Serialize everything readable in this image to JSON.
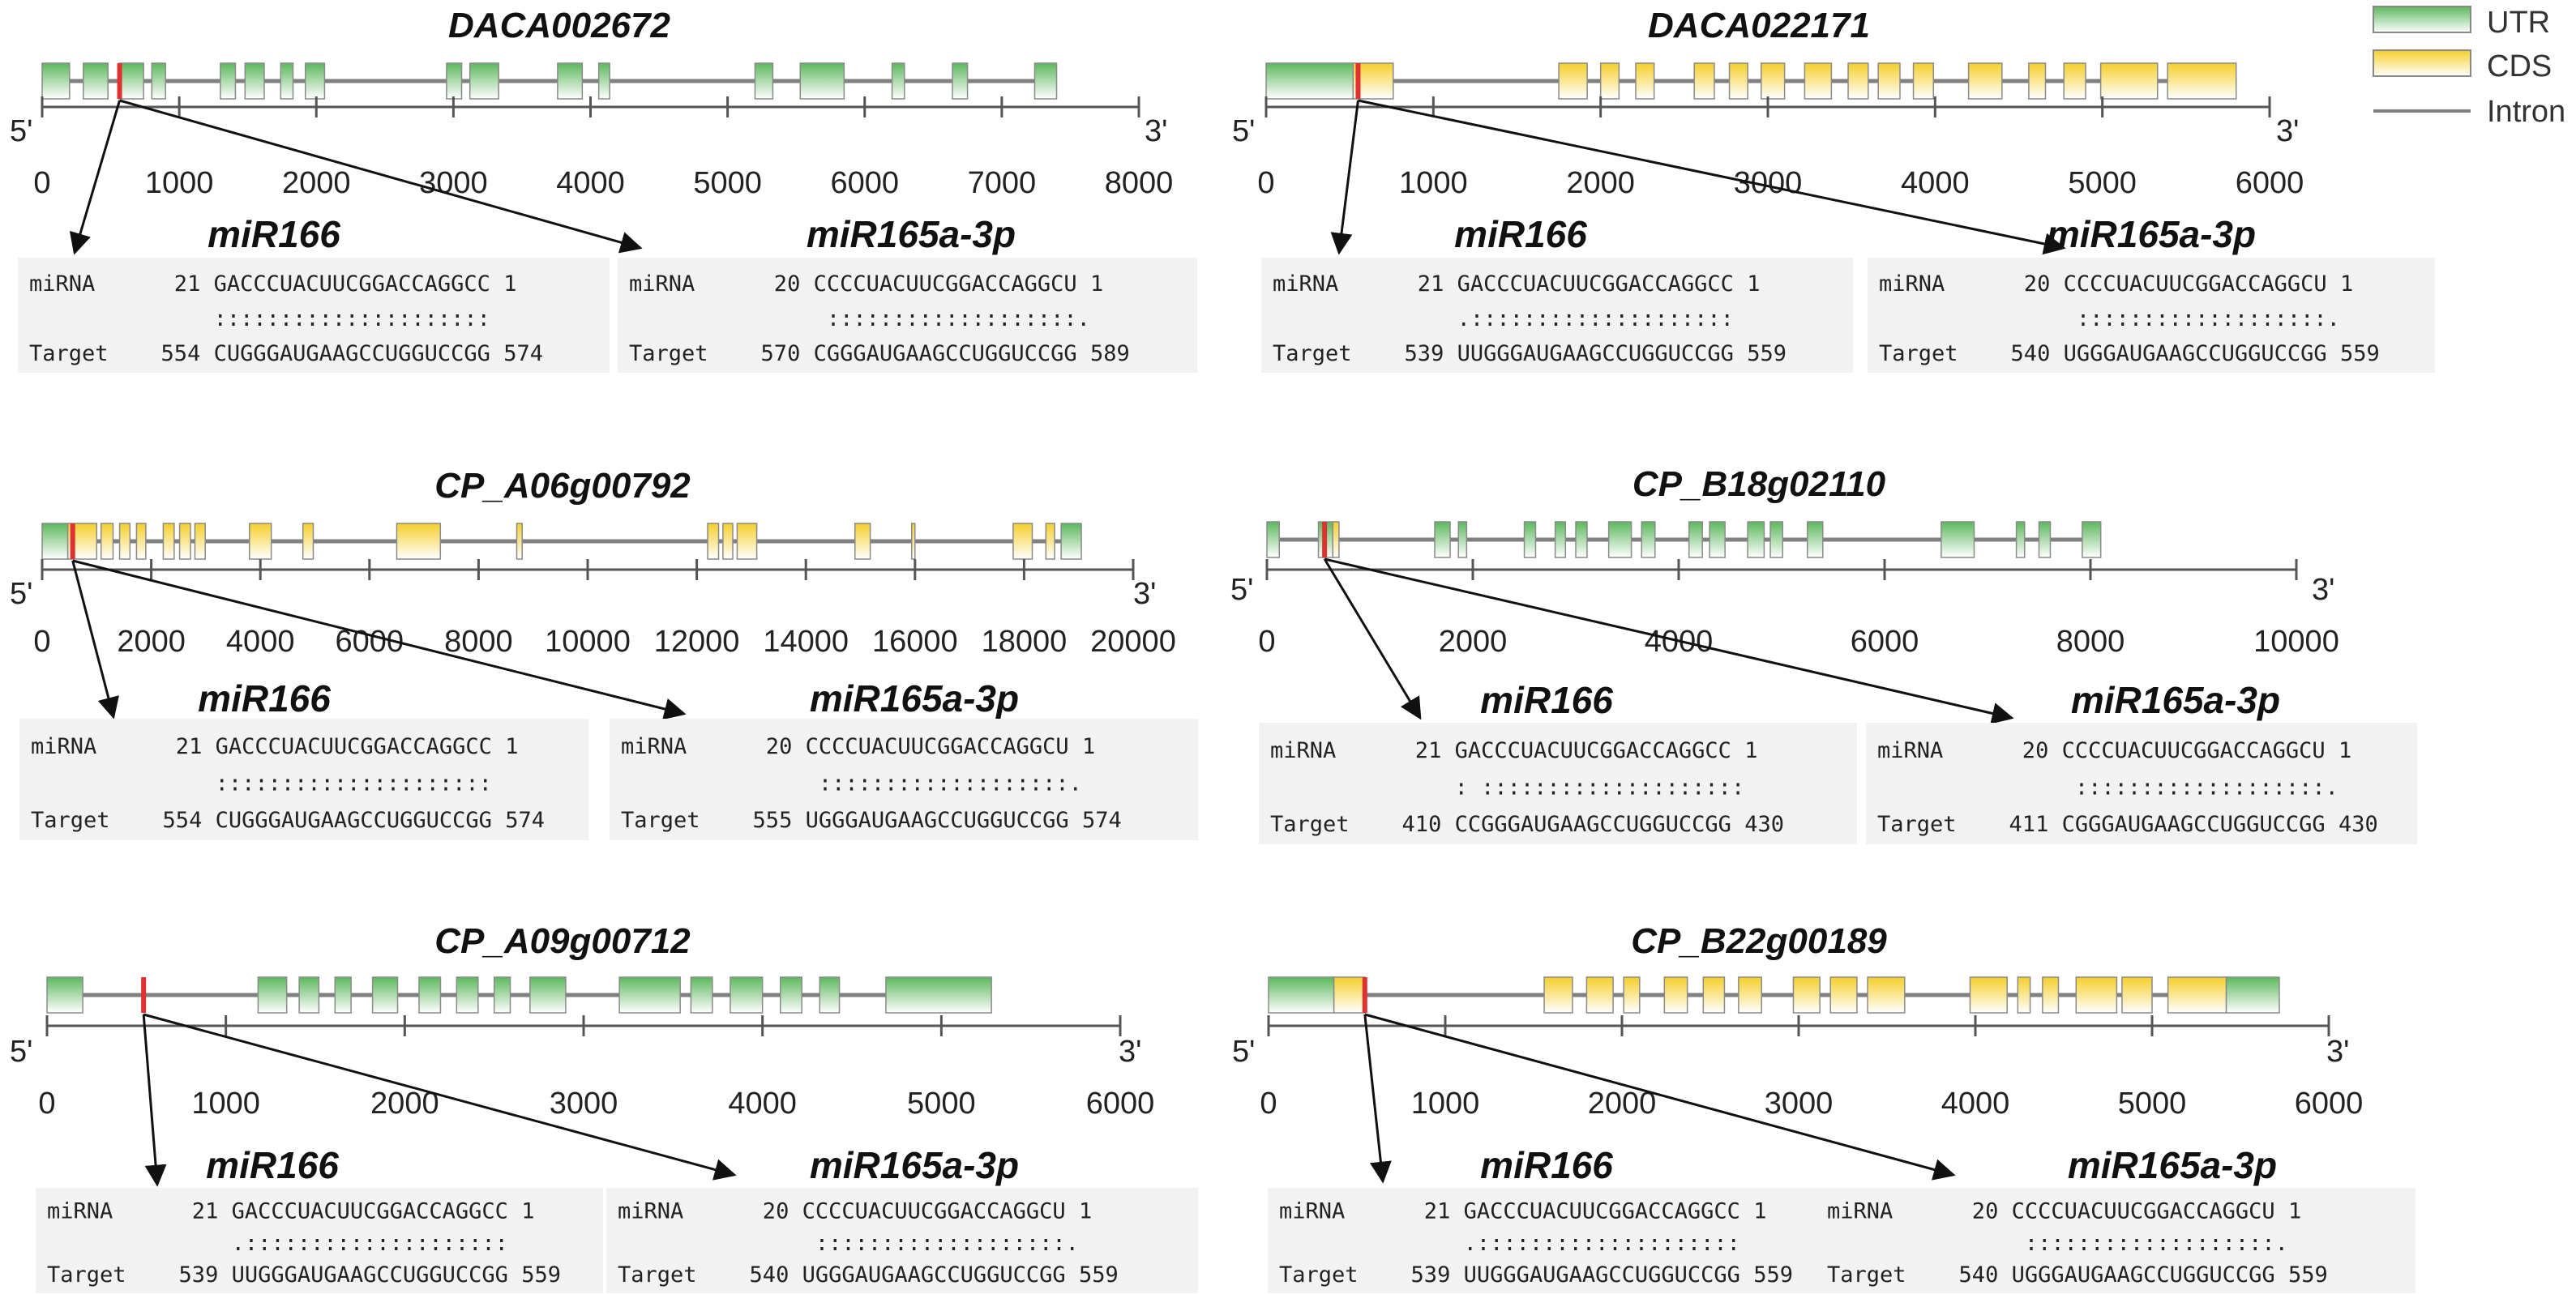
{
  "legend": {
    "items": [
      {
        "label": "UTR",
        "kind": "utr"
      },
      {
        "label": "CDS",
        "kind": "cds"
      },
      {
        "label": "Intron",
        "kind": "intron"
      }
    ]
  },
  "colors": {
    "utr_top": "#5cb85c",
    "utr_bottom": "#ffffff",
    "cds_top": "#f4cf2a",
    "cds_bottom": "#ffffff",
    "intron": "#808080",
    "site": "#e03030",
    "box_bg": "#f2f2f2"
  },
  "end_labels": {
    "five": "5'",
    "three": "3'"
  },
  "panels": [
    {
      "gene": "DACA002672",
      "axis": {
        "max": 8000,
        "ticks": [
          0,
          1000,
          2000,
          3000,
          4000,
          5000,
          6000,
          7000,
          8000
        ]
      },
      "gene_end": 7400,
      "site": 565,
      "exons": [
        [
          0,
          200,
          "utr"
        ],
        [
          300,
          480,
          "utr"
        ],
        [
          560,
          740,
          "utr"
        ],
        [
          800,
          900,
          "utr"
        ],
        [
          1300,
          1410,
          "utr"
        ],
        [
          1480,
          1620,
          "utr"
        ],
        [
          1740,
          1830,
          "utr"
        ],
        [
          1920,
          2060,
          "utr"
        ],
        [
          2950,
          3060,
          "utr"
        ],
        [
          3120,
          3330,
          "utr"
        ],
        [
          3760,
          3940,
          "utr"
        ],
        [
          4060,
          4140,
          "utr"
        ],
        [
          5200,
          5330,
          "utr"
        ],
        [
          5530,
          5850,
          "utr"
        ],
        [
          6200,
          6290,
          "utr"
        ],
        [
          6640,
          6750,
          "utr"
        ],
        [
          7240,
          7400,
          "utr"
        ]
      ],
      "alignments": [
        {
          "mirna": "miR166",
          "mirna_row": "miRNA      21 GACCCUACUUCGGACCAGGCC 1",
          "match_row": "              :::::::::::::::::::::",
          "target_row": "Target    554 CUGGGAUGAAGCCUGGUCCGG 574"
        },
        {
          "mirna": "miR165a-3p",
          "mirna_row": "miRNA      20 CCCCUACUUCGGACCAGGCU 1",
          "match_row": "               :::::::::::::::::::.",
          "target_row": "Target    570 CGGGAUGAAGCCUGGUCCGG 589"
        }
      ]
    },
    {
      "gene": "DACA022171",
      "axis": {
        "max": 6000,
        "ticks": [
          0,
          1000,
          2000,
          3000,
          4000,
          5000,
          6000
        ]
      },
      "gene_end": 5800,
      "site": 550,
      "exons": [
        [
          0,
          520,
          "utr"
        ],
        [
          520,
          760,
          "cds"
        ],
        [
          1750,
          1920,
          "cds"
        ],
        [
          2000,
          2110,
          "cds"
        ],
        [
          2210,
          2320,
          "cds"
        ],
        [
          2560,
          2680,
          "cds"
        ],
        [
          2770,
          2880,
          "cds"
        ],
        [
          2960,
          3100,
          "cds"
        ],
        [
          3220,
          3380,
          "cds"
        ],
        [
          3480,
          3600,
          "cds"
        ],
        [
          3660,
          3790,
          "cds"
        ],
        [
          3870,
          3990,
          "cds"
        ],
        [
          4200,
          4400,
          "cds"
        ],
        [
          4560,
          4660,
          "cds"
        ],
        [
          4770,
          4900,
          "cds"
        ],
        [
          4990,
          5330,
          "cds"
        ],
        [
          5390,
          5800,
          "cds"
        ]
      ],
      "alignments": [
        {
          "mirna": "miR166",
          "mirna_row": "miRNA      21 GACCCUACUUCGGACCAGGCC 1",
          "match_row": "              .::::::::::::::::::::",
          "target_row": "Target    539 UUGGGAUGAAGCCUGGUCCGG 559"
        },
        {
          "mirna": "miR165a-3p",
          "mirna_row": "miRNA      20 CCCCUACUUCGGACCAGGCU 1",
          "match_row": "               :::::::::::::::::::.",
          "target_row": "Target    540 UGGGAUGAAGCCUGGUCCGG 559"
        }
      ]
    },
    {
      "gene": "CP_A06g00792",
      "axis": {
        "max": 20000,
        "ticks": [
          0,
          2000,
          4000,
          6000,
          8000,
          10000,
          12000,
          14000,
          16000,
          18000,
          20000
        ]
      },
      "gene_end": 19050,
      "site": 560,
      "exons": [
        [
          0,
          470,
          "utr"
        ],
        [
          470,
          1000,
          "cds"
        ],
        [
          1080,
          1300,
          "cds"
        ],
        [
          1420,
          1610,
          "cds"
        ],
        [
          1730,
          1900,
          "cds"
        ],
        [
          2220,
          2420,
          "cds"
        ],
        [
          2520,
          2720,
          "cds"
        ],
        [
          2800,
          2990,
          "cds"
        ],
        [
          3800,
          4200,
          "cds"
        ],
        [
          4780,
          4970,
          "cds"
        ],
        [
          6500,
          7300,
          "cds"
        ],
        [
          8700,
          8800,
          "cds"
        ],
        [
          12200,
          12400,
          "cds"
        ],
        [
          12480,
          12660,
          "cds"
        ],
        [
          12740,
          13100,
          "cds"
        ],
        [
          14900,
          15180,
          "cds"
        ],
        [
          15940,
          16000,
          "cds"
        ],
        [
          17800,
          18150,
          "cds"
        ],
        [
          18400,
          18560,
          "cds"
        ],
        [
          18680,
          19050,
          "utr"
        ]
      ],
      "alignments": [
        {
          "mirna": "miR166",
          "mirna_row": "miRNA      21 GACCCUACUUCGGACCAGGCC 1",
          "match_row": "              :::::::::::::::::::::",
          "target_row": "Target    554 CUGGGAUGAAGCCUGGUCCGG 574"
        },
        {
          "mirna": "miR165a-3p",
          "mirna_row": "miRNA      20 CCCCUACUUCGGACCAGGCU 1",
          "match_row": "               :::::::::::::::::::.",
          "target_row": "Target    555 UGGGAUGAAGCCUGGUCCGG 574"
        }
      ]
    },
    {
      "gene": "CP_B18g02110",
      "axis": {
        "max": 10000,
        "ticks": [
          0,
          2000,
          4000,
          6000,
          8000,
          10000
        ]
      },
      "gene_end": 8100,
      "site": 560,
      "exons": [
        [
          0,
          120,
          "utr"
        ],
        [
          500,
          640,
          "utr"
        ],
        [
          640,
          700,
          "cds"
        ],
        [
          1630,
          1780,
          "utr"
        ],
        [
          1860,
          1940,
          "utr"
        ],
        [
          2500,
          2610,
          "utr"
        ],
        [
          2800,
          2900,
          "utr"
        ],
        [
          3000,
          3110,
          "utr"
        ],
        [
          3320,
          3540,
          "utr"
        ],
        [
          3640,
          3770,
          "utr"
        ],
        [
          4100,
          4230,
          "utr"
        ],
        [
          4300,
          4450,
          "utr"
        ],
        [
          4670,
          4830,
          "utr"
        ],
        [
          4890,
          5010,
          "utr"
        ],
        [
          5250,
          5400,
          "utr"
        ],
        [
          6550,
          6870,
          "utr"
        ],
        [
          7280,
          7360,
          "utr"
        ],
        [
          7500,
          7610,
          "utr"
        ],
        [
          7920,
          8100,
          "utr"
        ]
      ],
      "alignments": [
        {
          "mirna": "miR166",
          "mirna_row": "miRNA      21 GACCCUACUUCGGACCAGGCC 1",
          "match_row": "              : ::::::::::::::::::::",
          "target_row": "Target    410 CCGGGAUGAAGCCUGGUCCGG 430"
        },
        {
          "mirna": "miR165a-3p",
          "mirna_row": "miRNA      20 CCCCUACUUCGGACCAGGCU 1",
          "match_row": "               :::::::::::::::::::.",
          "target_row": "Target    411 CGGGAUGAAGCCUGGUCCGG 430"
        }
      ]
    },
    {
      "gene": "CP_A09g00712",
      "axis": {
        "max": 6000,
        "ticks": [
          0,
          1000,
          2000,
          3000,
          4000,
          5000,
          6000
        ]
      },
      "gene_end": 5280,
      "site": 540,
      "exons": [
        [
          0,
          200,
          "utr"
        ],
        [
          1180,
          1340,
          "utr"
        ],
        [
          1410,
          1520,
          "utr"
        ],
        [
          1610,
          1700,
          "utr"
        ],
        [
          1820,
          1960,
          "utr"
        ],
        [
          2080,
          2200,
          "utr"
        ],
        [
          2290,
          2410,
          "utr"
        ],
        [
          2500,
          2590,
          "utr"
        ],
        [
          2700,
          2900,
          "utr"
        ],
        [
          3200,
          3540,
          "utr"
        ],
        [
          3600,
          3720,
          "utr"
        ],
        [
          3820,
          4000,
          "utr"
        ],
        [
          4100,
          4220,
          "utr"
        ],
        [
          4320,
          4430,
          "utr"
        ],
        [
          4690,
          5280,
          "utr"
        ]
      ],
      "alignments": [
        {
          "mirna": "miR166",
          "mirna_row": "miRNA      21 GACCCUACUUCGGACCAGGCC 1",
          "match_row": "              .::::::::::::::::::::",
          "target_row": "Target    539 UUGGGAUGAAGCCUGGUCCGG 559"
        },
        {
          "mirna": "miR165a-3p",
          "mirna_row": "miRNA      20 CCCCUACUUCGGACCAGGCU 1",
          "match_row": "               :::::::::::::::::::.",
          "target_row": "Target    540 UGGGAUGAAGCCUGGUCCGG 559"
        }
      ]
    },
    {
      "gene": "CP_B22g00189",
      "axis": {
        "max": 6000,
        "ticks": [
          0,
          1000,
          2000,
          3000,
          4000,
          5000,
          6000
        ]
      },
      "gene_end": 5720,
      "site": 545,
      "exons": [
        [
          0,
          370,
          "utr"
        ],
        [
          370,
          545,
          "cds"
        ],
        [
          1560,
          1720,
          "cds"
        ],
        [
          1800,
          1950,
          "cds"
        ],
        [
          2010,
          2100,
          "cds"
        ],
        [
          2240,
          2370,
          "cds"
        ],
        [
          2460,
          2580,
          "cds"
        ],
        [
          2660,
          2790,
          "cds"
        ],
        [
          2970,
          3120,
          "cds"
        ],
        [
          3180,
          3330,
          "cds"
        ],
        [
          3390,
          3600,
          "cds"
        ],
        [
          3970,
          4180,
          "cds"
        ],
        [
          4240,
          4310,
          "cds"
        ],
        [
          4380,
          4470,
          "cds"
        ],
        [
          4570,
          4800,
          "cds"
        ],
        [
          4830,
          5000,
          "cds"
        ],
        [
          5090,
          5420,
          "cds"
        ],
        [
          5420,
          5720,
          "utr"
        ]
      ],
      "alignments": [
        {
          "mirna": "miR166",
          "mirna_row": "miRNA      21 GACCCUACUUCGGACCAGGCC 1",
          "match_row": "              .::::::::::::::::::::",
          "target_row": "Target    539 UUGGGAUGAAGCCUGGUCCGG 559"
        },
        {
          "mirna": "miR165a-3p",
          "mirna_row": "miRNA      20 CCCCUACUUCGGACCAGGCU 1",
          "match_row": "               :::::::::::::::::::.",
          "target_row": "Target    540 UGGGAUGAAGCCUGGUCCGG 559"
        }
      ]
    }
  ]
}
